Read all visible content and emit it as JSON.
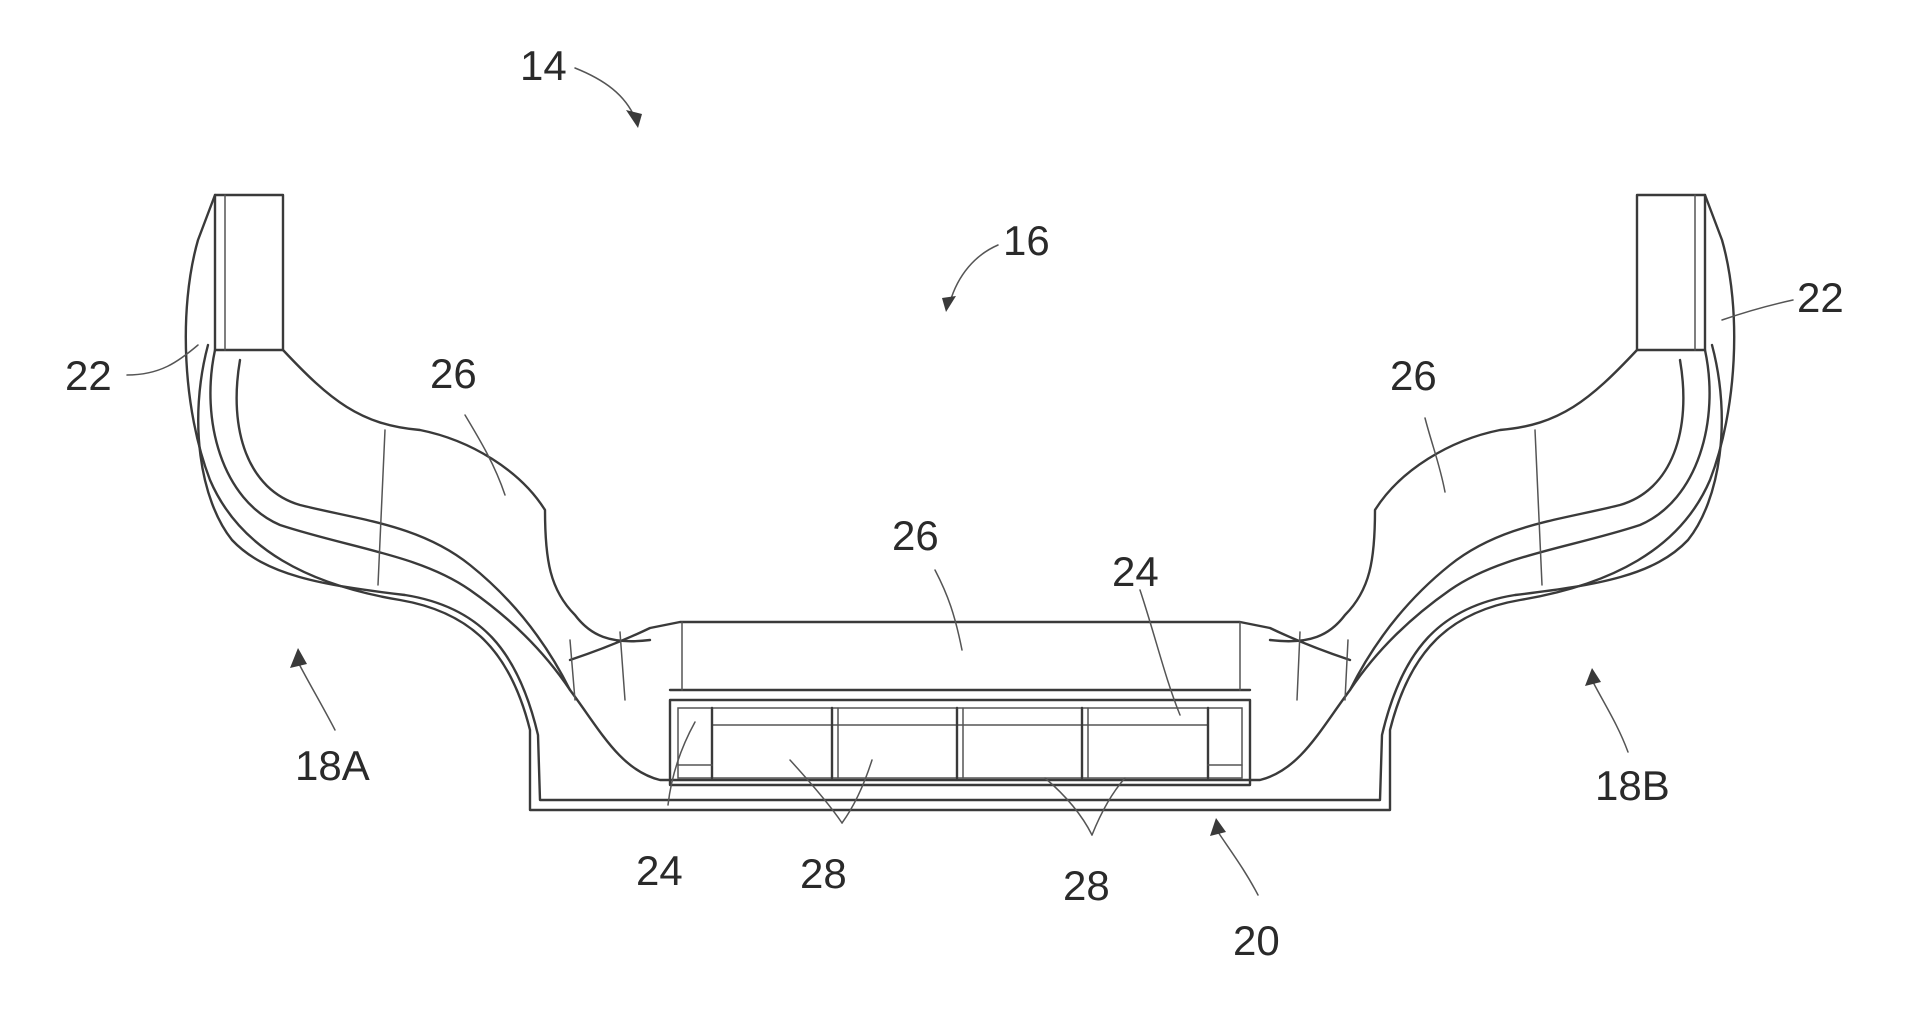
{
  "figure": {
    "labels": {
      "assembly": "14",
      "frame": "16",
      "side_left": "18A",
      "side_right": "18B",
      "bottom": "20",
      "flange_left": "22",
      "flange_right": "22",
      "member_center": "24",
      "member_lower": "24",
      "bracket_left": "26",
      "bracket_right": "26",
      "bracket_center": "26",
      "cell_group_left": "28",
      "cell_group_right": "28"
    }
  }
}
